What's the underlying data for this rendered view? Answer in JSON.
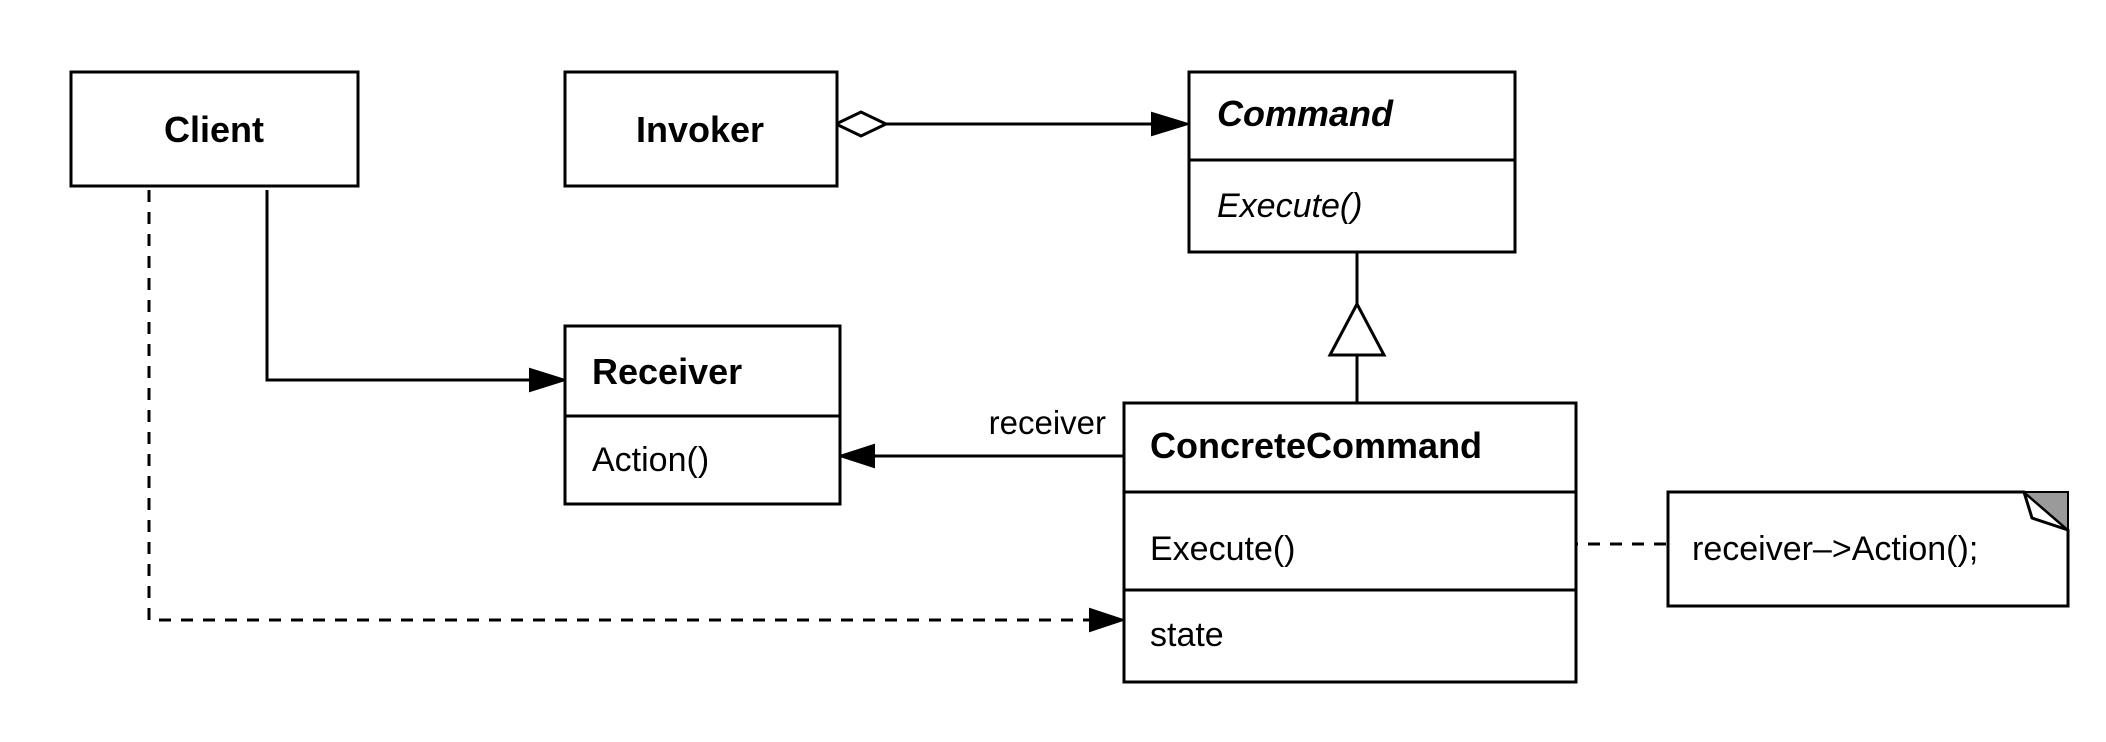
{
  "diagram": {
    "classes": {
      "client": {
        "name": "Client"
      },
      "invoker": {
        "name": "Invoker"
      },
      "command": {
        "name": "Command",
        "operation": "Execute()"
      },
      "receiver": {
        "name": "Receiver",
        "operation": "Action()"
      },
      "concrete_command": {
        "name": "ConcreteCommand",
        "operation": "Execute()",
        "attribute": "state"
      }
    },
    "associations": {
      "receiver_role": "receiver"
    },
    "note": {
      "text": "receiver–>Action();"
    }
  }
}
